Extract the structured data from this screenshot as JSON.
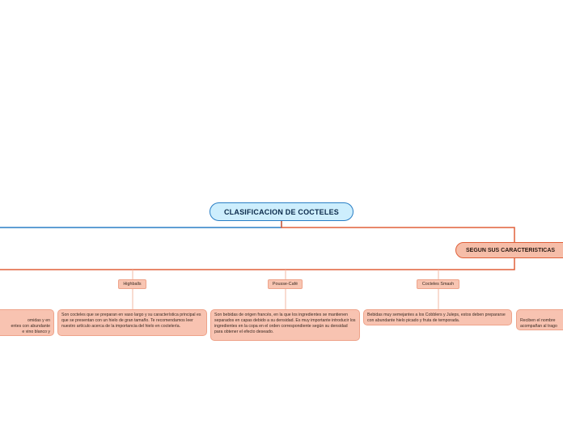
{
  "mindmap": {
    "root": {
      "label": "CLASIFICACION DE COCTELES"
    },
    "branch": {
      "label": "SEGUN SUS CARACTERISTICAS"
    },
    "topics": [
      {
        "label": "Highballs"
      },
      {
        "label": "Pousse-Café"
      },
      {
        "label": "Cocteles Smash"
      }
    ],
    "descriptions": {
      "left": "omidas y en\nentes con abundante\ne vino blanco y",
      "highballs": "Son cocteles que se preparan en vaso largo y su característica principal es que se presentan con un hielo de gran tamaño. Te recomendamos leer nuestro artículo acerca de la importancia del hielo en coctelería.",
      "pousse": "Son bebidas de origen francés, en la que los ingredientes se mantienen separados en capas debido a su densidad. Es muy importante introducir los ingredientes en la copa en el orden correspondiente según su densidad para obtener el efecto deseado.",
      "smash": "Bebidas muy semejantes a los Cobblers y Juleps, estos deben prepararse con abundante hielo picado y fruta de temporada.",
      "right": "Reciben el nombre\nacompañan al trago\nhielo granizado y l"
    },
    "colors": {
      "root_fill": "#cdeefd",
      "root_border": "#2a7fc6",
      "branch_fill": "#f6bda8",
      "branch_border": "#e0603a",
      "connector_blue": "#2a7fc6",
      "connector_orange": "#e0603a",
      "connector_light": "#f3b9a3"
    }
  }
}
